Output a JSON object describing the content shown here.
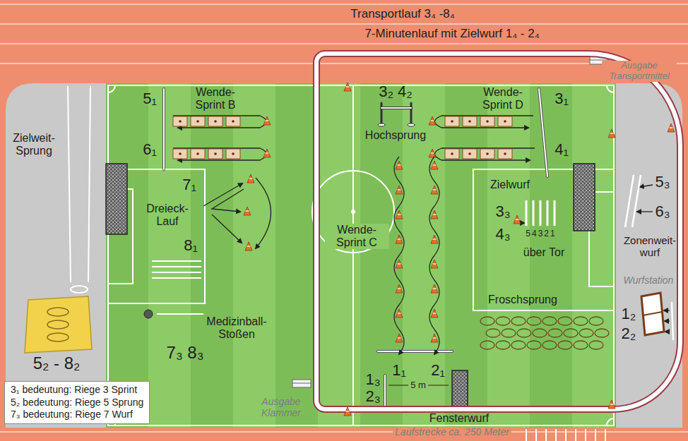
{
  "diagram": {
    "nodes": [
      {
        "text": [
          "3₁ bedeutung: Riege 3 Sprint",
          "5₂ bedeutung: Riege 5 Sprung",
          "7₃ bedeutung: Riege 7 Wurf"
        ]
      }
    ],
    "labels": [
      "Transportlauf 3₄ -8₄",
      "7-Minutenlauf mit Zielwurf 1₄ - 2₄",
      "Ausgabe Transportmittel",
      "Wende- Sprint B",
      "5₁",
      "6₁",
      "Zielweit- Sprung",
      "7₁",
      "Dreieck- Lauf",
      "8₁",
      "Medizinball- Stoßen",
      "5₂ - 8₂",
      "7₃ 8₃",
      "3₂ 4₂",
      "Hochsprung",
      "Wende- Sprint C",
      "1₁",
      "2₁",
      "1₃",
      "2₃",
      "5 m",
      "Fensterwurf",
      "Wende- Sprint D",
      "3₁",
      "4₁",
      "Zielwurf",
      "3₃",
      "4₃",
      "54321",
      "über Tor",
      "5₃",
      "6₃",
      "Zonenweit- wurf",
      "Wurfstation",
      "Froschsprung",
      "1₂",
      "2₂",
      "Ausgabe Klammer",
      "Laufstrecke ca. 250 Meter"
    ]
  }
}
